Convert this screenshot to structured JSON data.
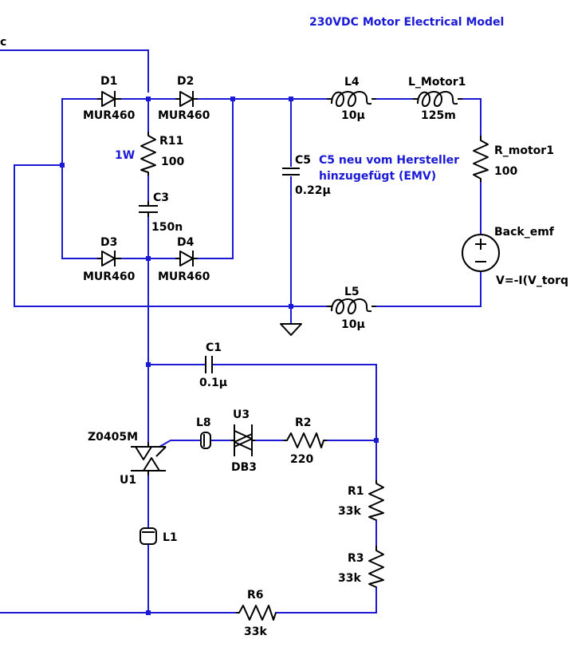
{
  "title": "230VDC Motor Electrical Model",
  "net_label_left": "c",
  "note": {
    "line1": "C5 neu vom Hersteller",
    "line2": "hinzugefügt (EMV)"
  },
  "power_rating": "1W",
  "components": {
    "D1": {
      "ref": "D1",
      "value": "MUR460"
    },
    "D2": {
      "ref": "D2",
      "value": "MUR460"
    },
    "D3": {
      "ref": "D3",
      "value": "MUR460"
    },
    "D4": {
      "ref": "D4",
      "value": "MUR460"
    },
    "R11": {
      "ref": "R11",
      "value": "100"
    },
    "C3": {
      "ref": "C3",
      "value": "150n"
    },
    "C5": {
      "ref": "C5",
      "value": "0.22µ"
    },
    "L4": {
      "ref": "L4",
      "value": "10µ"
    },
    "L_Motor1": {
      "ref": "L_Motor1",
      "value": "125m"
    },
    "R_motor1": {
      "ref": "R_motor1",
      "value": "100"
    },
    "Back_emf": {
      "ref": "Back_emf",
      "value": "V=-I(V_torq"
    },
    "L5": {
      "ref": "L5",
      "value": "10µ"
    },
    "C1": {
      "ref": "C1",
      "value": "0.1µ"
    },
    "U1": {
      "ref": "U1",
      "value": "Z0405M"
    },
    "L8": {
      "ref": "L8"
    },
    "U3": {
      "ref": "U3",
      "value": "DB3"
    },
    "R2": {
      "ref": "R2",
      "value": "220"
    },
    "R1": {
      "ref": "R1",
      "value": "33k"
    },
    "R3": {
      "ref": "R3",
      "value": "33k"
    },
    "L1": {
      "ref": "L1"
    },
    "R6": {
      "ref": "R6",
      "value": "33k"
    }
  }
}
